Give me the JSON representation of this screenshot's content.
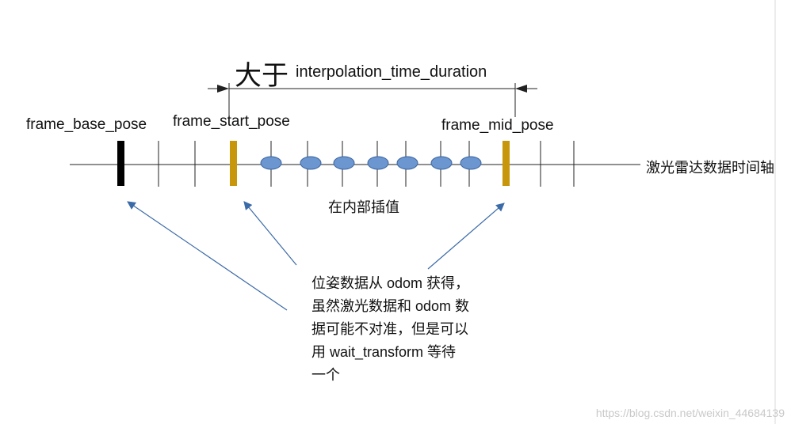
{
  "labels": {
    "range_big": "大于",
    "range_text": "interpolation_time_duration",
    "base": "frame_base_pose",
    "start": "frame_start_pose",
    "mid": "frame_mid_pose",
    "axis": "激光雷达数据时间轴",
    "inner": "在内部插值",
    "note": "位姿数据从 odom 获得，虽然激光数据和 odom 数据可能不对准，但是可以用 wait_transform 等待一个",
    "watermark": "https://blog.csdn.net/weixin_44684139"
  },
  "colors": {
    "base_marker": "#000000",
    "pose_marker": "#c8960a",
    "ellipse_fill": "#6b96cf",
    "ellipse_stroke": "#3a63a0",
    "arrow": "#3b6aa8",
    "line": "#222222"
  }
}
